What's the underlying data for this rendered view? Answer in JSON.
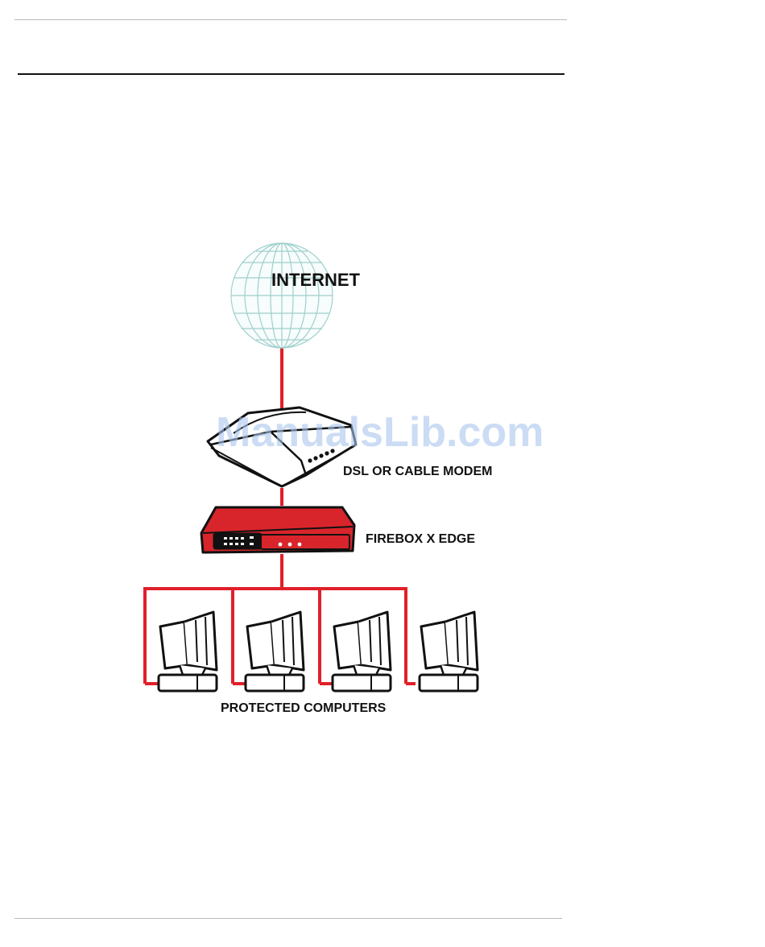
{
  "diagram": {
    "nodes": {
      "internet": {
        "label": "INTERNET",
        "icon": "globe-icon"
      },
      "modem": {
        "label": "DSL OR CABLE MODEM",
        "icon": "modem-icon"
      },
      "firebox": {
        "label": "FIREBOX X EDGE",
        "icon": "firewall-appliance-icon"
      },
      "computers": {
        "label": "PROTECTED COMPUTERS",
        "icon": "computer-icon",
        "count": 4
      }
    },
    "edges": [
      {
        "from": "internet",
        "to": "modem"
      },
      {
        "from": "modem",
        "to": "firebox"
      },
      {
        "from": "firebox",
        "to": "computers"
      }
    ],
    "colors": {
      "link": "#e0202a",
      "globe": "#9fd0cc",
      "firebox": "#d8252b"
    }
  },
  "watermark": {
    "text": "ManualsLib.com"
  }
}
